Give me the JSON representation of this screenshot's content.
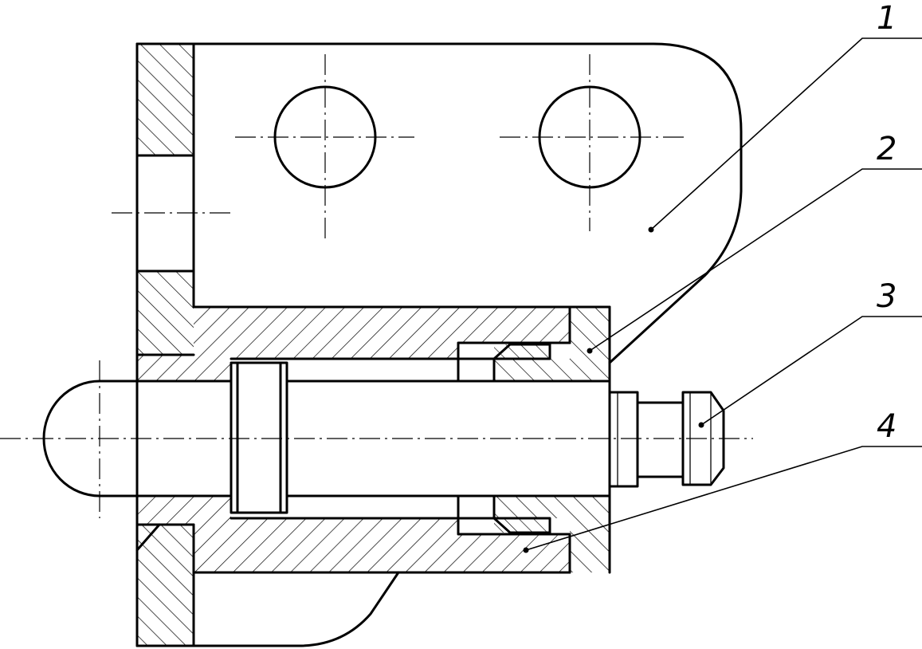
{
  "callouts": [
    {
      "id": "part-1",
      "label": "1"
    },
    {
      "id": "part-2",
      "label": "2"
    },
    {
      "id": "part-3",
      "label": "3"
    },
    {
      "id": "part-4",
      "label": "4"
    }
  ]
}
